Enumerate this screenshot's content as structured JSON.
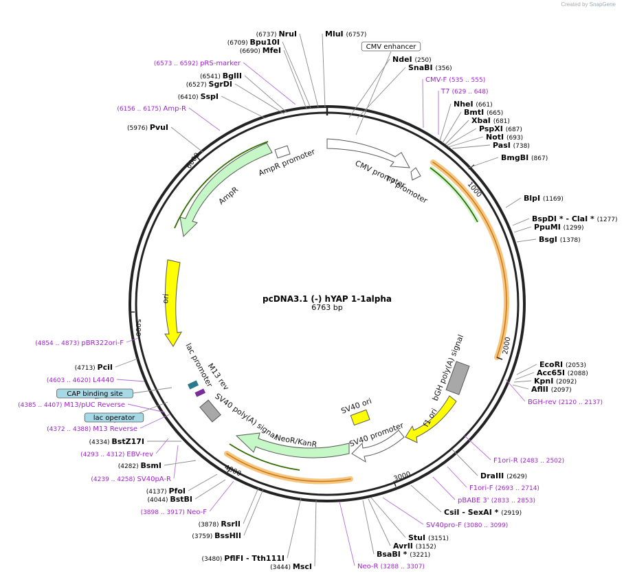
{
  "credit": {
    "prefix": "Created by",
    "brand": "SnapGene"
  },
  "plasmid": {
    "name": "pcDNA3.1 (-) hYAP 1-1alpha",
    "length_label": "6763 bp",
    "length": 6763
  },
  "colors": {
    "enzyme": "#000000",
    "primer": "#a020d0",
    "arrow_feature": "#c6f7c6",
    "ori": "#ffff00",
    "polyA": "#a8a8a8",
    "highlight": "#f4b860"
  },
  "enzymes": [
    {
      "name": "NruI",
      "pos": "(6737)",
      "side": "left"
    },
    {
      "name": "MluI",
      "pos": "(6757)",
      "side": "right"
    },
    {
      "name": "Bpu10I",
      "pos": "(6709)",
      "side": "left"
    },
    {
      "name": "MfeI",
      "pos": "(6690)",
      "side": "left"
    },
    {
      "name": "BglII",
      "pos": "(6541)",
      "side": "left"
    },
    {
      "name": "SgrDI",
      "pos": "(6527)",
      "side": "left"
    },
    {
      "name": "SspI",
      "pos": "(6410)",
      "side": "left"
    },
    {
      "name": "PvuI",
      "pos": "(5976)",
      "side": "left"
    },
    {
      "name": "NdeI",
      "pos": "(250)",
      "side": "right"
    },
    {
      "name": "SnaBI",
      "pos": "(356)",
      "side": "right"
    },
    {
      "name": "NheI",
      "pos": "(661)",
      "side": "right"
    },
    {
      "name": "BmtI",
      "pos": "(665)",
      "side": "right"
    },
    {
      "name": "XbaI",
      "pos": "(681)",
      "side": "right"
    },
    {
      "name": "PspXI",
      "pos": "(687)",
      "side": "right"
    },
    {
      "name": "NotI",
      "pos": "(693)",
      "side": "right"
    },
    {
      "name": "PasI",
      "pos": "(738)",
      "side": "right"
    },
    {
      "name": "BmgBI",
      "pos": "(867)",
      "side": "right"
    },
    {
      "name": "BlpI",
      "pos": "(1169)",
      "side": "right"
    },
    {
      "name": "BspDI *  -  ClaI *",
      "pos": "(1277)",
      "side": "right"
    },
    {
      "name": "PpuMI",
      "pos": "(1299)",
      "side": "right"
    },
    {
      "name": "BsgI",
      "pos": "(1378)",
      "side": "right"
    },
    {
      "name": "EcoRI",
      "pos": "(2053)",
      "side": "right"
    },
    {
      "name": "Acc65I",
      "pos": "(2088)",
      "side": "right"
    },
    {
      "name": "KpnI",
      "pos": "(2092)",
      "side": "right"
    },
    {
      "name": "AflII",
      "pos": "(2097)",
      "side": "right"
    },
    {
      "name": "DraIII",
      "pos": "(2629)",
      "side": "right"
    },
    {
      "name": "CsiI  -  SexAI *",
      "pos": "(2919)",
      "side": "right"
    },
    {
      "name": "StuI",
      "pos": "(3151)",
      "side": "right"
    },
    {
      "name": "AvrII",
      "pos": "(3152)",
      "side": "right"
    },
    {
      "name": "BsaBI *",
      "pos": "(3221)",
      "side": "right"
    },
    {
      "name": "MscI",
      "pos": "(3444)",
      "side": "left"
    },
    {
      "name": "PflFI  -  Tth111I",
      "pos": "(3480)",
      "side": "left"
    },
    {
      "name": "BssHII",
      "pos": "(3759)",
      "side": "left"
    },
    {
      "name": "RsrII",
      "pos": "(3878)",
      "side": "left"
    },
    {
      "name": "BstBI",
      "pos": "(4044)",
      "side": "left"
    },
    {
      "name": "PfoI",
      "pos": "(4137)",
      "side": "left"
    },
    {
      "name": "BsmI",
      "pos": "(4282)",
      "side": "left"
    },
    {
      "name": "BstZ17I",
      "pos": "(4334)",
      "side": "left"
    },
    {
      "name": "PciI",
      "pos": "(4713)",
      "side": "left"
    }
  ],
  "primers": [
    {
      "name": "pRS-marker",
      "pos": "(6573 .. 6592)",
      "side": "left"
    },
    {
      "name": "Amp-R",
      "pos": "(6156 .. 6175)",
      "side": "left"
    },
    {
      "name": "CMV-F",
      "pos": "(535 .. 555)",
      "side": "right"
    },
    {
      "name": "T7",
      "pos": "(629 .. 648)",
      "side": "right"
    },
    {
      "name": "BGH-rev",
      "pos": "(2120 .. 2137)",
      "side": "right"
    },
    {
      "name": "F1ori-R",
      "pos": "(2483 .. 2502)",
      "side": "right"
    },
    {
      "name": "F1ori-F",
      "pos": "(2693 .. 2714)",
      "side": "right"
    },
    {
      "name": "pBABE 3'",
      "pos": "(2833 .. 2853)",
      "side": "right"
    },
    {
      "name": "SV40pro-F",
      "pos": "(3080 .. 3099)",
      "side": "right"
    },
    {
      "name": "Neo-R",
      "pos": "(3288 .. 3307)",
      "side": "right"
    },
    {
      "name": "Neo-F",
      "pos": "(3898 .. 3917)",
      "side": "left"
    },
    {
      "name": "SV40pA-R",
      "pos": "(4239 .. 4258)",
      "side": "left"
    },
    {
      "name": "EBV-rev",
      "pos": "(4293 .. 4312)",
      "side": "left"
    },
    {
      "name": "M13 Reverse",
      "pos": "(4372 .. 4388)",
      "side": "left"
    },
    {
      "name": "M13/pUC Reverse",
      "pos": "(4385 .. 4407)",
      "side": "left"
    },
    {
      "name": "L4440",
      "pos": "(4603 .. 4620)",
      "side": "left"
    },
    {
      "name": "pBR322ori-F",
      "pos": "(4854 .. 4873)",
      "side": "left"
    }
  ],
  "boxed_labels": [
    {
      "name": "CMV enhancer"
    },
    {
      "name": "CAP binding site"
    },
    {
      "name": "lac operator"
    }
  ],
  "features": [
    {
      "name": "CMV promoter"
    },
    {
      "name": "T7 promoter"
    },
    {
      "name": "AmpR promoter"
    },
    {
      "name": "AmpR"
    },
    {
      "name": "ori"
    },
    {
      "name": "lac promoter"
    },
    {
      "name": "M13 rev"
    },
    {
      "name": "SV40 poly(A) signal"
    },
    {
      "name": "NeoR/KanR"
    },
    {
      "name": "SV40 promoter"
    },
    {
      "name": "SV40 ori"
    },
    {
      "name": "f1 ori"
    },
    {
      "name": "bGH poly(A) signal"
    }
  ],
  "ticks": [
    "1000",
    "2000",
    "3000",
    "4000",
    "5000",
    "6000"
  ]
}
